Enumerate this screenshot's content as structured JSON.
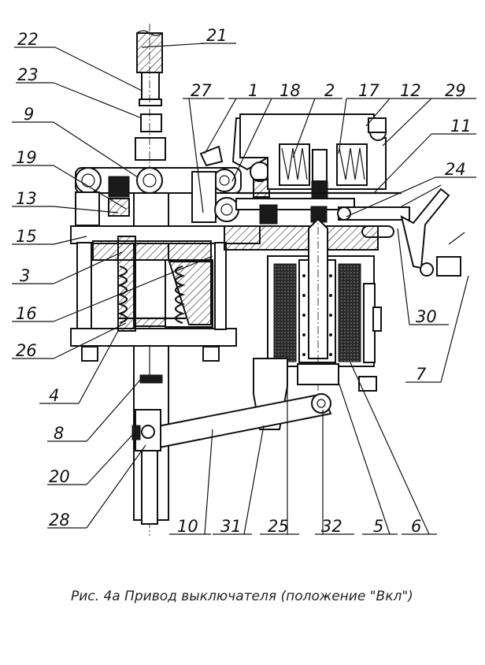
{
  "caption": "Рис. 4а Привод выключателя (положение \"Вкл\")",
  "callouts": {
    "n1": "1",
    "n2": "2",
    "n3": "3",
    "n4": "4",
    "n5": "5",
    "n6": "6",
    "n7": "7",
    "n8": "8",
    "n9": "9",
    "n10": "10",
    "n11": "11",
    "n12": "12",
    "n13": "13",
    "n15": "15",
    "n16": "16",
    "n17": "17",
    "n18": "18",
    "n19": "19",
    "n20": "20",
    "n21": "21",
    "n22": "22",
    "n23": "23",
    "n24": "24",
    "n25": "25",
    "n26": "26",
    "n27": "27",
    "n28": "28",
    "n29": "29",
    "n30": "30",
    "n31": "31",
    "n32": "32"
  }
}
